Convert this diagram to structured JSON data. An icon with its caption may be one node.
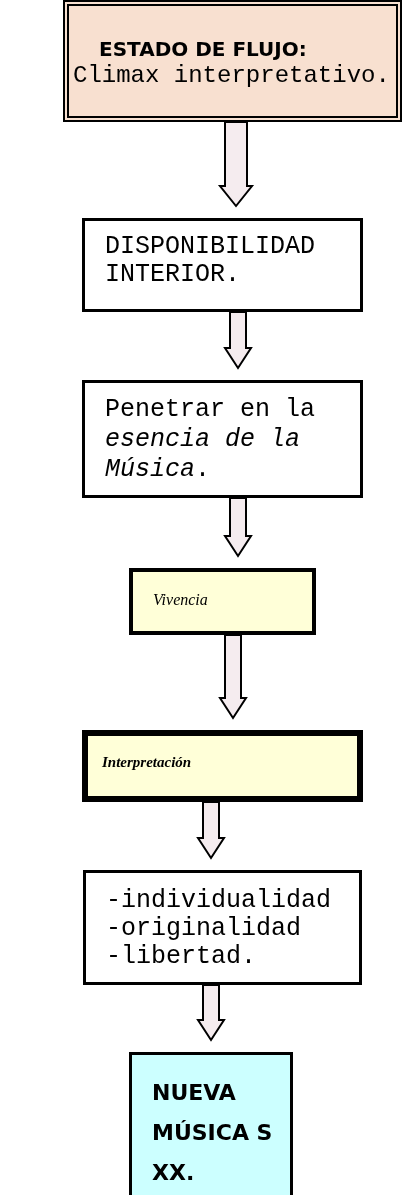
{
  "diagram": {
    "nodes": [
      {
        "text": [
          "**ESTADO DE FLUJO**:",
          "Climax interpretativo."
        ]
      },
      {
        "text": [
          "DISPONIBILIDAD INTERIOR."
        ]
      },
      {
        "text": [
          "Penetrar en la *esencia de la Música*."
        ]
      },
      {
        "text": [
          "Vivencia"
        ]
      },
      {
        "text": [
          "Interpretación"
        ]
      },
      {
        "text": [
          "-individualidad",
          "-originalidad",
          "-libertad."
        ]
      },
      {
        "text": [
          "NUEVA MÚSICA S XX."
        ]
      }
    ],
    "edges": [
      {
        "from": 0,
        "to": 1,
        "arrow": "to"
      },
      {
        "from": 1,
        "to": 2,
        "arrow": "to"
      },
      {
        "from": 2,
        "to": 3,
        "arrow": "to"
      },
      {
        "from": 3,
        "to": 4,
        "arrow": "to"
      },
      {
        "from": 4,
        "to": 5,
        "arrow": "to"
      },
      {
        "from": 5,
        "to": 6,
        "arrow": "to"
      }
    ]
  }
}
